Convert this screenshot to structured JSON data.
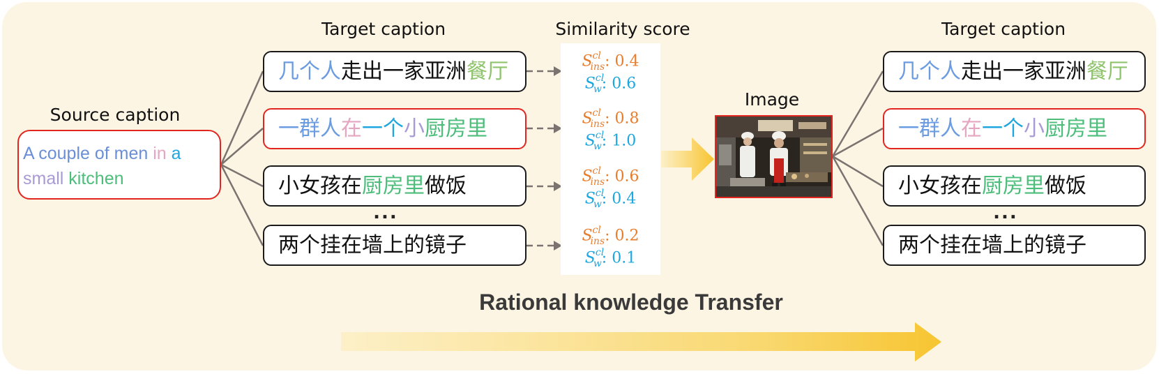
{
  "headings": {
    "source": "Source caption",
    "target_left": "Target caption",
    "similarity": "Similarity score",
    "image": "Image",
    "target_right": "Target caption"
  },
  "source_caption": [
    {
      "text": "A couple of men ",
      "color": "#6b8fd6"
    },
    {
      "text": "in ",
      "color": "#e6a5c0"
    },
    {
      "text": "a",
      "color": "#1fa6e0"
    },
    {
      "text": "small ",
      "color": "#a99ad6"
    },
    {
      "text": "kitchen",
      "color": "#4cbd7a"
    }
  ],
  "target_captions": [
    {
      "segments": [
        {
          "text": "几个人",
          "color": "#6b9be0"
        },
        {
          "text": "走出一家亚洲",
          "color": "#111111"
        },
        {
          "text": "餐厅",
          "color": "#8fc46d"
        }
      ]
    },
    {
      "segments": [
        {
          "text": "一群人",
          "color": "#6b9be0"
        },
        {
          "text": "在",
          "color": "#e6a5c0"
        },
        {
          "text": "一个",
          "color": "#1fa6e0"
        },
        {
          "text": "小",
          "color": "#a99ad6"
        },
        {
          "text": "厨房里",
          "color": "#4cbd7a"
        }
      ]
    },
    {
      "segments": [
        {
          "text": "小女孩在",
          "color": "#111111"
        },
        {
          "text": "厨房里",
          "color": "#4cbd7a"
        },
        {
          "text": "做饭",
          "color": "#111111"
        }
      ]
    },
    {
      "segments": [
        {
          "text": "两个挂在墙上的镜子",
          "color": "#111111"
        }
      ]
    }
  ],
  "scores": [
    {
      "ins": "0.4",
      "w": "0.6"
    },
    {
      "ins": "0.8",
      "w": "1.0"
    },
    {
      "ins": "0.6",
      "w": "0.4"
    },
    {
      "ins": "0.2",
      "w": "0.1"
    }
  ],
  "score_labels": {
    "symbol": "S",
    "superscript": "cl",
    "sub_ins": "ins",
    "sub_w": "w",
    "separator": ": "
  },
  "ellipsis": "...",
  "bottom_title": "Rational knowledge Transfer",
  "colors": {
    "ins_score": "#e87d2c",
    "w_score": "#1ca7e0",
    "highlight_border": "#e2261f",
    "arrow_gold": "#f8cf4a",
    "connector": "#7a7370"
  }
}
